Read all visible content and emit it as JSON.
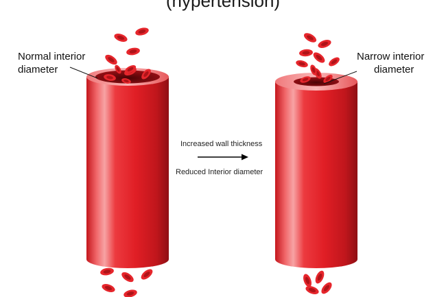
{
  "title": "(hypertension)",
  "left_vessel": {
    "label_line1": "Normal interior",
    "label_line2": "diameter"
  },
  "right_vessel": {
    "label_line1": "Narrow interior",
    "label_line2": "diameter"
  },
  "transition": {
    "line1": "Increased wall thickness",
    "line2": "Reduced Interior diameter"
  },
  "colors": {
    "vessel_red": "#e01e25",
    "vessel_dark": "#8f0f14",
    "vessel_light": "#f5898a",
    "rbc": "#d81f26",
    "lumen": "#7a0c10"
  }
}
